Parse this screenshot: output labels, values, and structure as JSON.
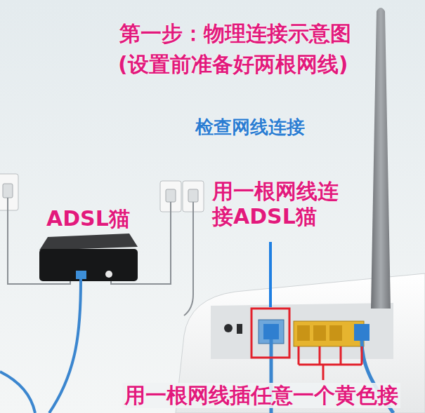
{
  "diagram": {
    "title": "第一步：物理连接示意图",
    "labels": [
      "(设置前准备好两根网线)",
      "检查网线连接",
      "ADSL猫",
      "用一根网线连 接ADSL猫",
      "用一根网线插任意一个黄色接"
    ]
  }
}
